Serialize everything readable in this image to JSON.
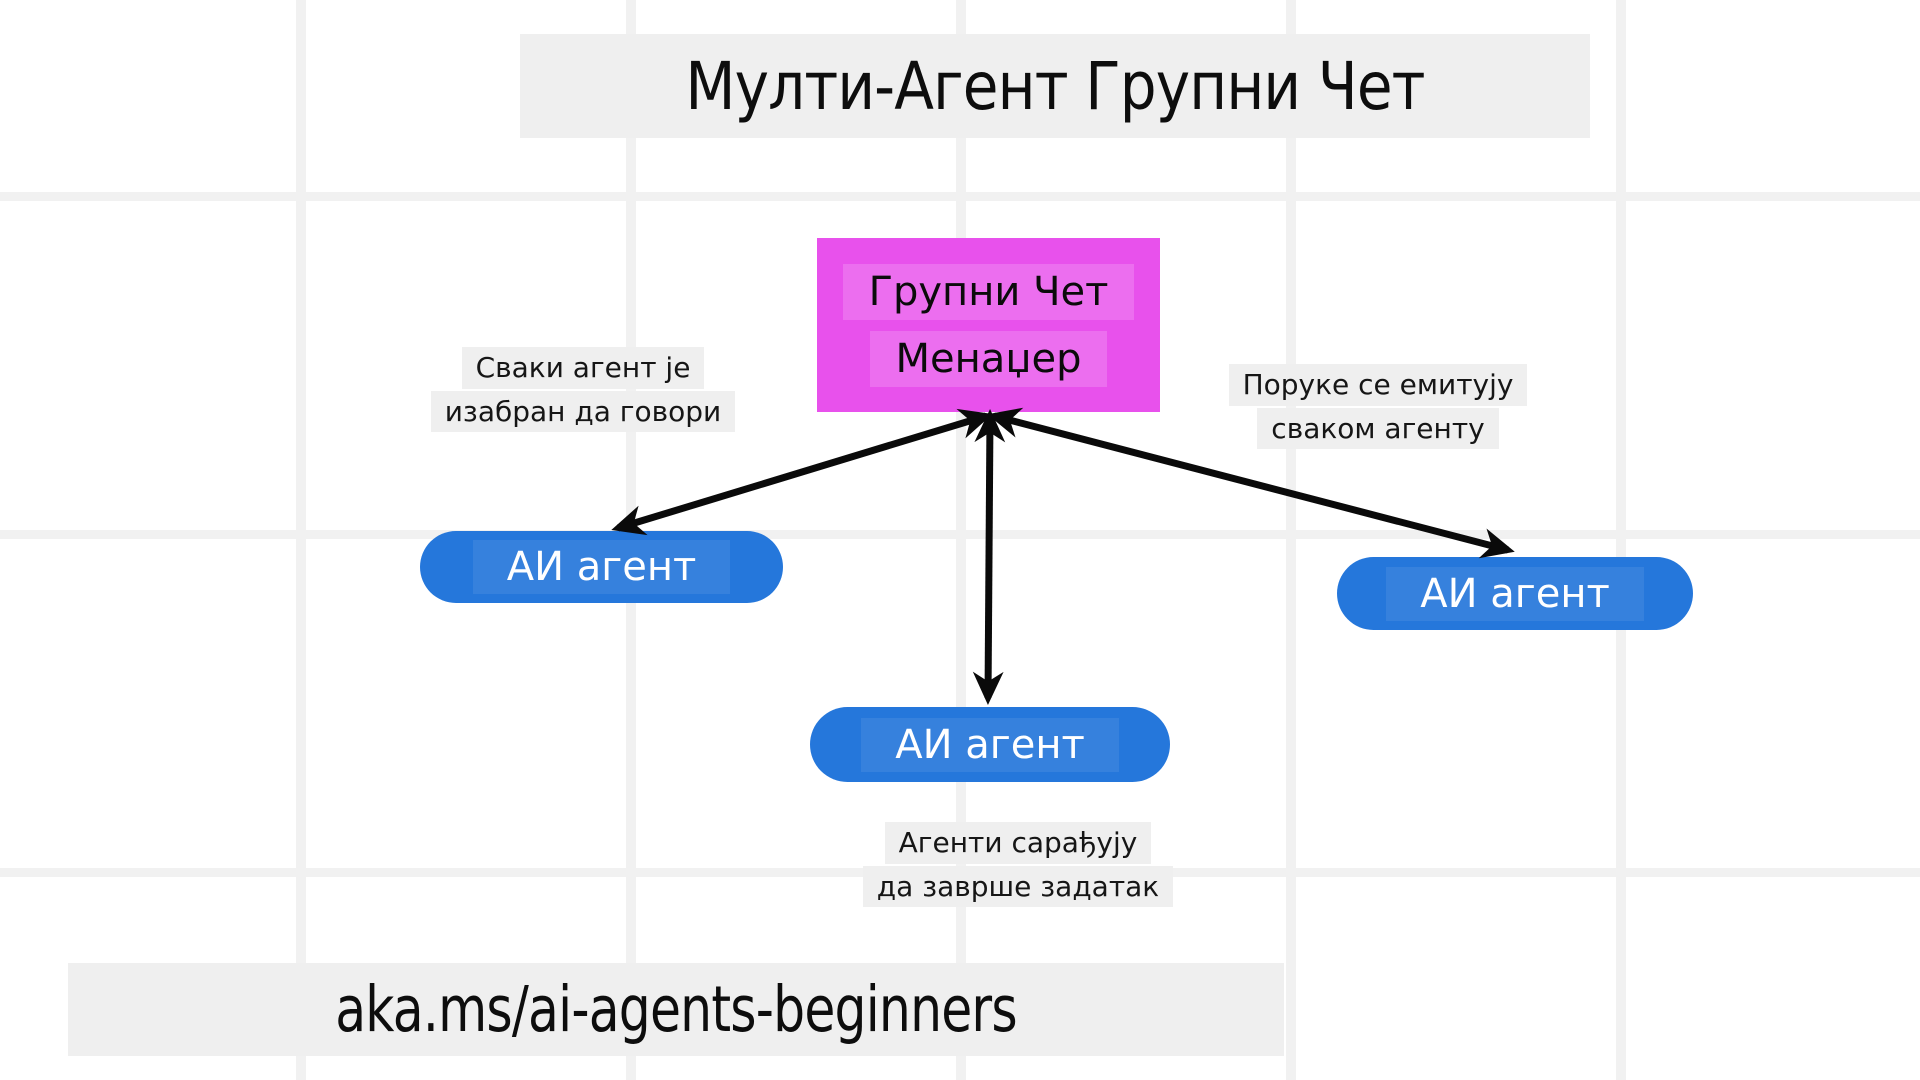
{
  "title": {
    "text": "Мулти-Агент Групни Чет"
  },
  "manager": {
    "line1": "Групни Чет",
    "line2": "Менаџер"
  },
  "agents": {
    "left": {
      "label": "АИ агент"
    },
    "middle": {
      "label": "АИ агент"
    },
    "right": {
      "label": "АИ агент"
    }
  },
  "annotations": {
    "left": {
      "line1": "Сваки агент је",
      "line2": "изабран да говори"
    },
    "right": {
      "line1": "Поруке се емитују",
      "line2": "сваком агенту"
    },
    "bottom": {
      "line1": "Агенти сарађују",
      "line2": "да заврше задатак"
    }
  },
  "footer": {
    "url": "aka.ms/ai-agents-beginners"
  },
  "colors": {
    "manager_bg": "#e851ec",
    "agent_bg": "#2577db",
    "agent_text": "#ffffff",
    "label_band_bg": "#efefef",
    "grid_line": "#f1f1f1",
    "arrow": "#0a0a0a",
    "page_bg": "#ffffff"
  }
}
